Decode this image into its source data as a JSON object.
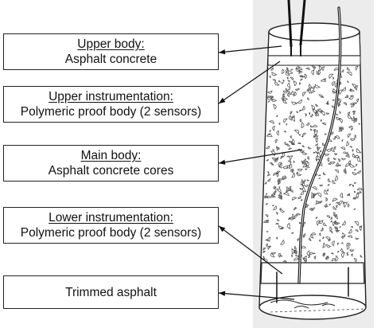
{
  "callouts": [
    {
      "heading": "Upper body:",
      "text": "Asphalt concrete"
    },
    {
      "heading": "Upper instrumentation:",
      "text": "Polymeric proof body (2 sensors)"
    },
    {
      "heading": "Main body:",
      "text": "Asphalt concrete cores"
    },
    {
      "heading": "Lower instrumentation:",
      "text": "Polymeric proof body (2 sensors)"
    },
    {
      "heading": "",
      "text": "Trimmed asphalt"
    }
  ],
  "colors": {
    "stroke": "#222222",
    "panel": "#eeeeee",
    "speckle": "#555555"
  }
}
